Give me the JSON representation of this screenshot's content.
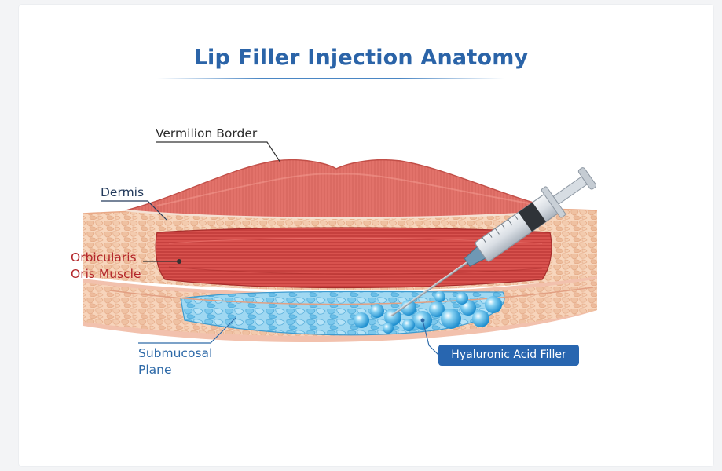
{
  "title": "Lip Filler Injection Anatomy",
  "labels": {
    "vermilion_border": "Vermilion Border",
    "dermis": "Dermis",
    "orbicularis_line1": "Orbicularis",
    "orbicularis_line2": "Oris Muscle",
    "submucosal_line1": "Submucosal",
    "submucosal_line2": "Plane",
    "filler": "Hyaluronic Acid Filler"
  },
  "colors": {
    "title": "#2b64a8",
    "lip": "#e06a62",
    "muscle": "#c8403f",
    "fat": "#f2c6a6",
    "filler": "#6cc3ea",
    "badge": "#2866b0",
    "label_red": "#b3262a",
    "label_blue": "#2e6aa8"
  }
}
